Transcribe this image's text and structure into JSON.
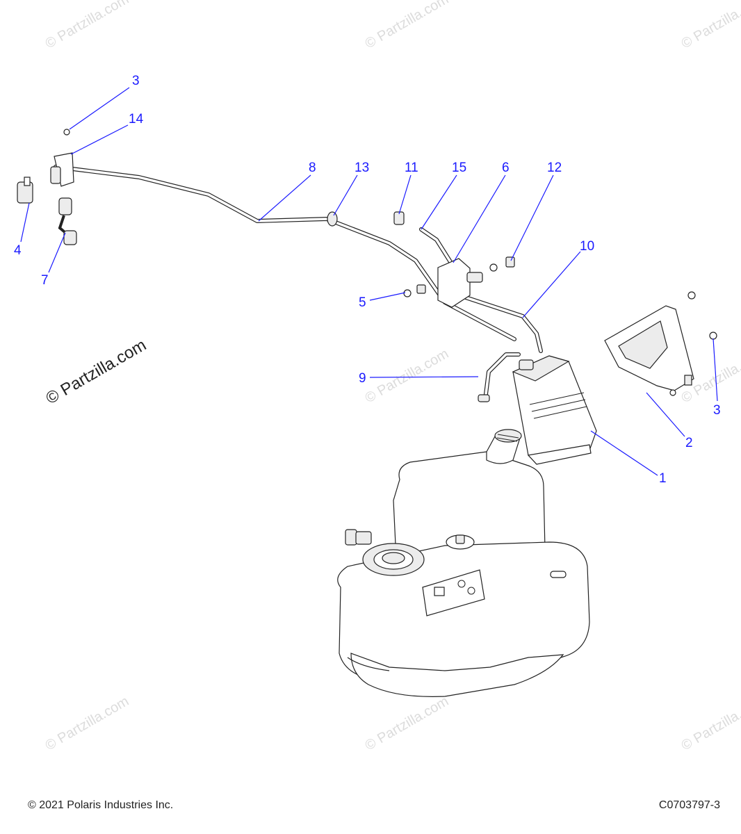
{
  "footer": {
    "copyright": "© 2021 Polaris Industries Inc.",
    "drawing_code": "C0703797-3"
  },
  "watermark": {
    "large": "© Partzilla.com",
    "small": "© Partzilla.com"
  },
  "colors": {
    "callout": "#1a1aff",
    "line": "#222222",
    "watermark": "#dcdcdc"
  },
  "callouts": [
    {
      "id": "c3a",
      "label": "3"
    },
    {
      "id": "c14",
      "label": "14"
    },
    {
      "id": "c8",
      "label": "8"
    },
    {
      "id": "c13",
      "label": "13"
    },
    {
      "id": "c11",
      "label": "11"
    },
    {
      "id": "c15",
      "label": "15"
    },
    {
      "id": "c6",
      "label": "6"
    },
    {
      "id": "c12",
      "label": "12"
    },
    {
      "id": "c10",
      "label": "10"
    },
    {
      "id": "c4",
      "label": "4"
    },
    {
      "id": "c7",
      "label": "7"
    },
    {
      "id": "c5",
      "label": "5"
    },
    {
      "id": "c9",
      "label": "9"
    },
    {
      "id": "c1",
      "label": "1"
    },
    {
      "id": "c2",
      "label": "2"
    },
    {
      "id": "c3b",
      "label": "3"
    }
  ]
}
